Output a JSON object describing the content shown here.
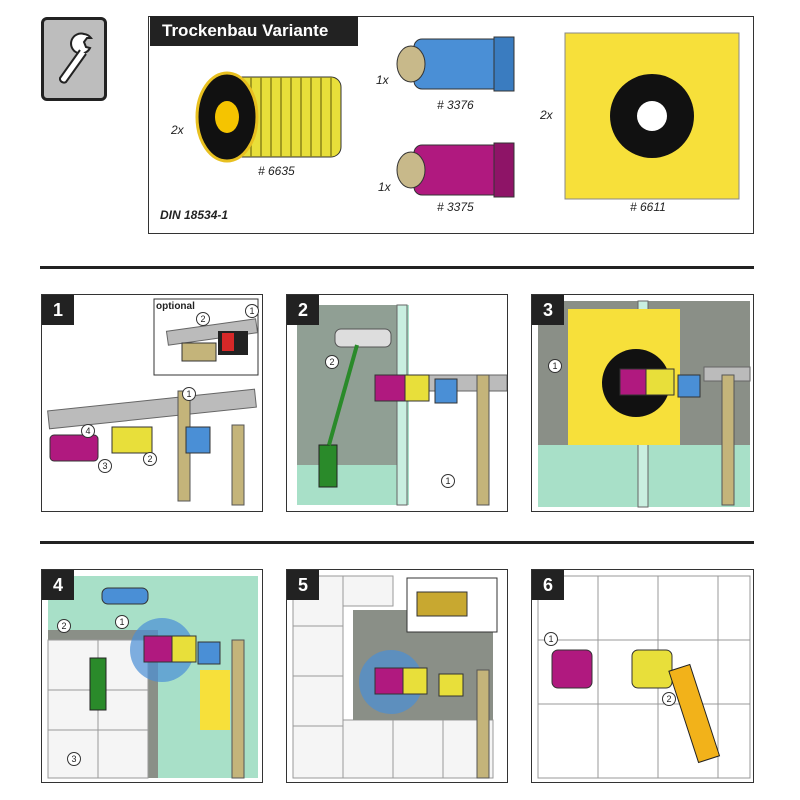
{
  "header": {
    "title": "Trockenbau Variante"
  },
  "kit": {
    "items": [
      {
        "qty": "2x",
        "code": "# 6635"
      },
      {
        "qty": "1x",
        "code": "# 3376"
      },
      {
        "qty": "1x",
        "code": "# 3375"
      },
      {
        "qty": "2x",
        "code": "# 6611"
      }
    ],
    "standard": "DIN 18534-1"
  },
  "steps": [
    {
      "number": "1",
      "optional_label": "optional",
      "callouts": [
        "1",
        "2",
        "1",
        "2",
        "3",
        "4"
      ]
    },
    {
      "number": "2",
      "callouts": [
        "2",
        "1"
      ]
    },
    {
      "number": "3",
      "callouts": [
        "1"
      ]
    },
    {
      "number": "4",
      "callouts": [
        "1",
        "2",
        "3"
      ]
    },
    {
      "number": "5",
      "callouts": []
    },
    {
      "number": "6",
      "callouts": [
        "1",
        "2"
      ]
    }
  ],
  "colors": {
    "yellow": "#f2d835",
    "blue": "#4a8fd6",
    "magenta": "#b0197f",
    "green_board": "#a8e0c8",
    "black": "#222222"
  }
}
